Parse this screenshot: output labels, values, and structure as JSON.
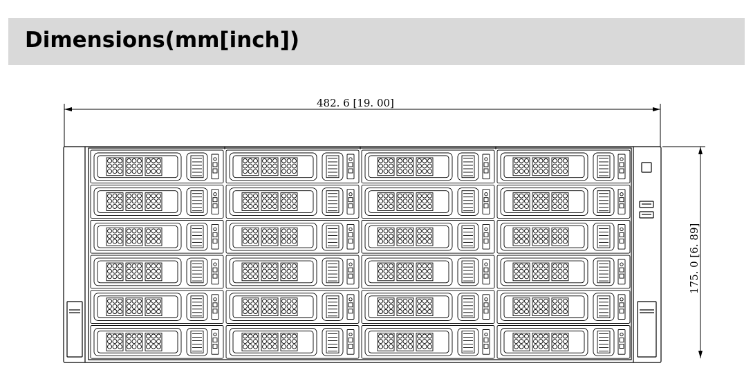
{
  "header": {
    "title": "Dimensions(mm[inch])"
  },
  "drawing": {
    "width_label": "482. 6  [19. 00]",
    "height_label": "175. 0  [6. 89]",
    "bay_columns": 4,
    "bay_rows": 6
  },
  "colors": {
    "header_band": "#d9d9d9",
    "line": "#000000"
  }
}
